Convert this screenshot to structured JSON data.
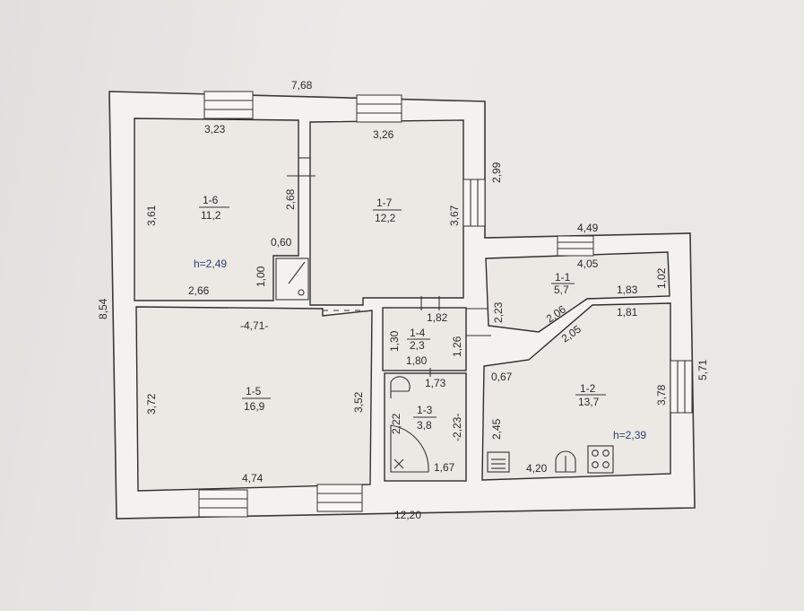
{
  "overall": {
    "top": "7,68",
    "left": "8,54",
    "bottom": "12,20",
    "right_upper": "2,99",
    "right_lower": "5,71",
    "annex_top": "4,49"
  },
  "rooms": {
    "r16": {
      "id": "1-6",
      "area": "11,2",
      "top": "3,23",
      "left": "3,61",
      "right": "2,68",
      "bottom": "2,66",
      "notch_w": "0,60",
      "notch_h": "1,00"
    },
    "r17": {
      "id": "1-7",
      "area": "12,2",
      "top": "3,26",
      "right": "3,67"
    },
    "r15": {
      "id": "1-5",
      "area": "16,9",
      "top": "-4,71-",
      "left": "3,72",
      "right": "3,52",
      "bottom": "4,74"
    },
    "r14": {
      "id": "1-4",
      "area": "2,3",
      "top": "1,82",
      "left": "1,30",
      "right": "1,26",
      "bottom": "1,80"
    },
    "r13": {
      "id": "1-3",
      "area": "3,8",
      "top": "1,73",
      "left": "2,22",
      "right": "-2,23-",
      "bottom": "1,67"
    },
    "r11": {
      "id": "1-1",
      "area": "5,7",
      "top": "4,05",
      "right": "1,02",
      "left": "2,23",
      "bottom": "1,83",
      "diag": "2,06"
    },
    "r12": {
      "id": "1-2",
      "area": "13,7",
      "top": "1,81",
      "diag": "2,05",
      "left_top": "0,67",
      "left": "2,45",
      "right": "3,78",
      "bottom": "4,20"
    }
  },
  "heights": {
    "h1": "h=2,49",
    "h2": "h=2,39"
  }
}
